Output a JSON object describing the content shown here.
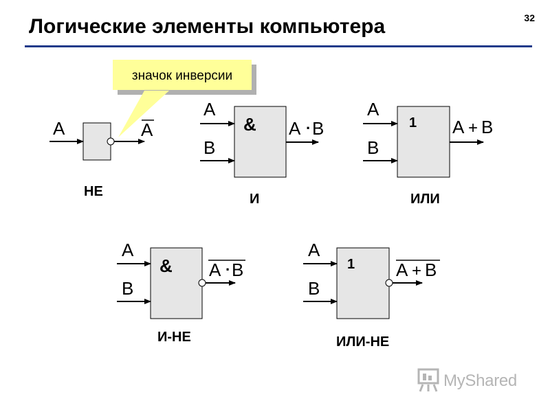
{
  "slide": {
    "title": "Логические элементы компьютера",
    "page_number": "32"
  },
  "callout": {
    "text": "значок инверсии"
  },
  "gates": {
    "not": {
      "name": "НЕ",
      "input": "A",
      "output": "A"
    },
    "and": {
      "name": "И",
      "symbol": "&",
      "input_a": "A",
      "input_b": "B",
      "output_a": "A",
      "output_op": "·",
      "output_b": "B"
    },
    "or": {
      "name": "ИЛИ",
      "symbol": "1",
      "input_a": "A",
      "input_b": "B",
      "output_a": "A",
      "output_op": "+",
      "output_b": "B"
    },
    "nand": {
      "name": "И-НЕ",
      "symbol": "&",
      "input_a": "A",
      "input_b": "B",
      "output_a": "A",
      "output_op": "·",
      "output_b": "B"
    },
    "nor": {
      "name": "ИЛИ-НЕ",
      "symbol": "1",
      "input_a": "A",
      "input_b": "B",
      "output_a": "A",
      "output_op": "+",
      "output_b": "B"
    }
  },
  "watermark": {
    "text": "MyShared"
  },
  "colors": {
    "gate_fill": "#e6e6e6",
    "callout_fill": "#ffff99",
    "rule": "#1f3a8a"
  }
}
